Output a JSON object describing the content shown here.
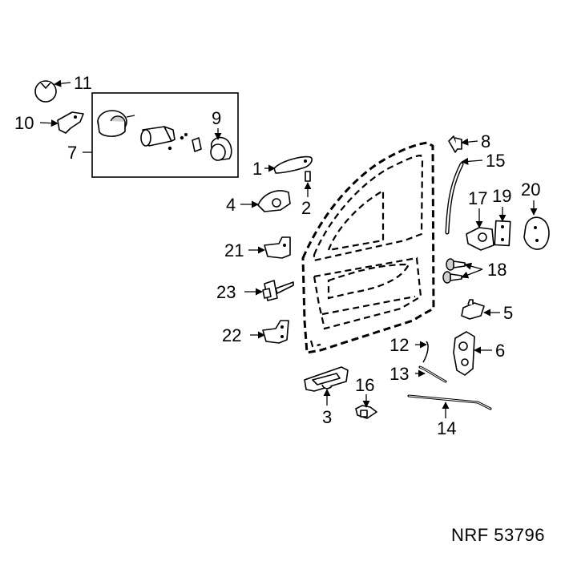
{
  "caption": "NRF 53796",
  "callouts": {
    "c1": "1",
    "c2": "2",
    "c3": "3",
    "c4": "4",
    "c5": "5",
    "c6": "6",
    "c7": "7",
    "c8": "8",
    "c9": "9",
    "c10": "10",
    "c11": "11",
    "c12": "12",
    "c13": "13",
    "c14": "14",
    "c15": "15",
    "c16": "16",
    "c17": "17",
    "c18": "18",
    "c19": "19",
    "c20": "20",
    "c21": "21",
    "c22": "22",
    "c23": "23"
  }
}
